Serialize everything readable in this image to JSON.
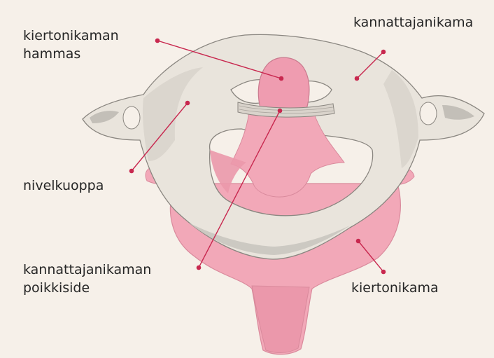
{
  "labels": {
    "dens": {
      "line1": "kiertonikaman",
      "line2": "hammas"
    },
    "atlas": {
      "line1": "kannattajanikama"
    },
    "facet": {
      "line1": "nivelkuoppa"
    },
    "ligament": {
      "line1": "kannattajanikaman",
      "line2": "poikkiside"
    },
    "axis": {
      "line1": "kiertonikama"
    }
  },
  "colors": {
    "background": "#f6f0e9",
    "bone": "#e9e4dc",
    "bone_shadow": "#c9c5bf",
    "axis_pink": "#f2a8b8",
    "axis_pink_dark": "#e58ba0",
    "leader": "#c8284f",
    "text": "#262626"
  }
}
